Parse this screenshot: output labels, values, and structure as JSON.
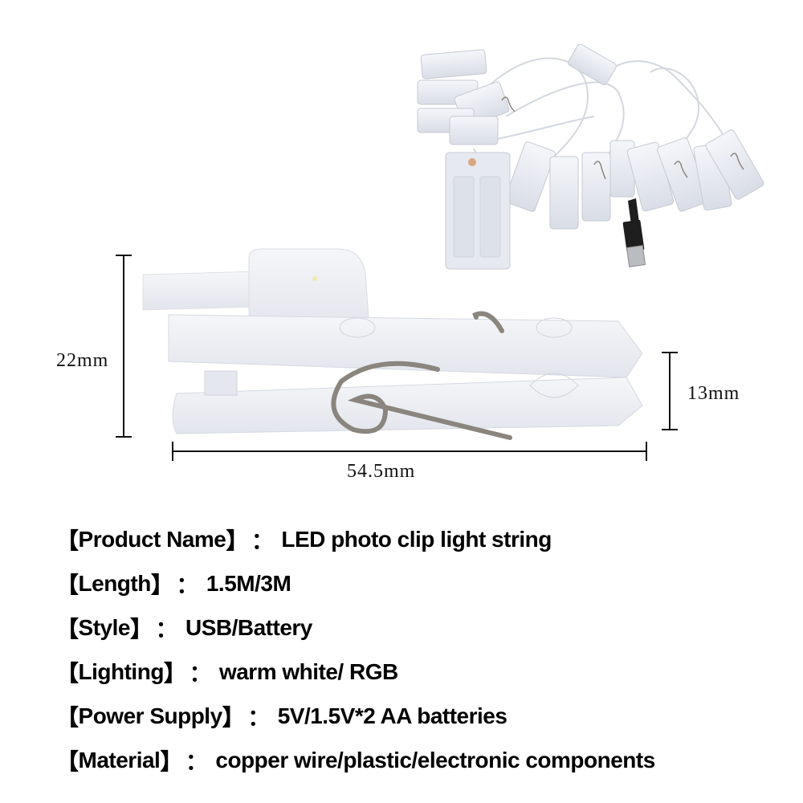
{
  "images": {
    "product_photo": "LED photo clip light string with battery box and USB plug",
    "clip_diagram": "Single transparent LED clip with metal spring"
  },
  "dimensions": {
    "height": "22mm",
    "jaw_height": "13mm",
    "length": "54.5mm"
  },
  "specs": [
    {
      "label": "Product Name",
      "value": "LED photo clip light string"
    },
    {
      "label": "Length",
      "value": "1.5M/3M"
    },
    {
      "label": "Style",
      "value": "USB/Battery"
    },
    {
      "label": "Lighting",
      "value": "warm white/ RGB"
    },
    {
      "label": "Power Supply",
      "value": "5V/1.5V*2 AA batteries"
    },
    {
      "label": "Material",
      "value": "copper wire/plastic/electronic components"
    }
  ],
  "brackets": {
    "open": "【",
    "close": "】",
    "colon": "："
  },
  "colors": {
    "text": "#000000",
    "clip_plastic": "#eef0f4",
    "spring_metal": "#8a857d",
    "usb_plug": "#1e1e1e"
  }
}
